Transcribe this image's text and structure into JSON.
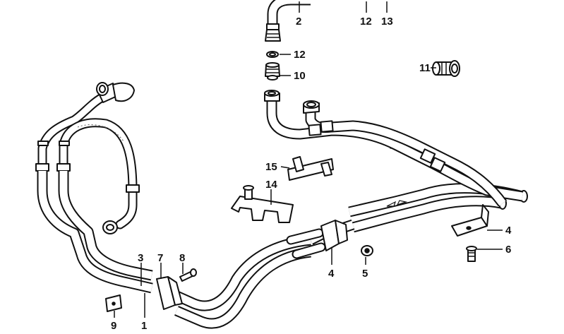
{
  "callouts": [
    {
      "id": "c2",
      "label": "2"
    },
    {
      "id": "c12a",
      "label": "12"
    },
    {
      "id": "c13",
      "label": "13"
    },
    {
      "id": "c12b",
      "label": "12"
    },
    {
      "id": "c10",
      "label": "10"
    },
    {
      "id": "c11",
      "label": "11"
    },
    {
      "id": "c15",
      "label": "15"
    },
    {
      "id": "c14",
      "label": "14"
    },
    {
      "id": "c4a",
      "label": "4"
    },
    {
      "id": "c6",
      "label": "6"
    },
    {
      "id": "c3",
      "label": "3"
    },
    {
      "id": "c7",
      "label": "7"
    },
    {
      "id": "c8",
      "label": "8"
    },
    {
      "id": "c4b",
      "label": "4"
    },
    {
      "id": "c5",
      "label": "5"
    },
    {
      "id": "c9",
      "label": "9"
    },
    {
      "id": "c1",
      "label": "1"
    }
  ]
}
